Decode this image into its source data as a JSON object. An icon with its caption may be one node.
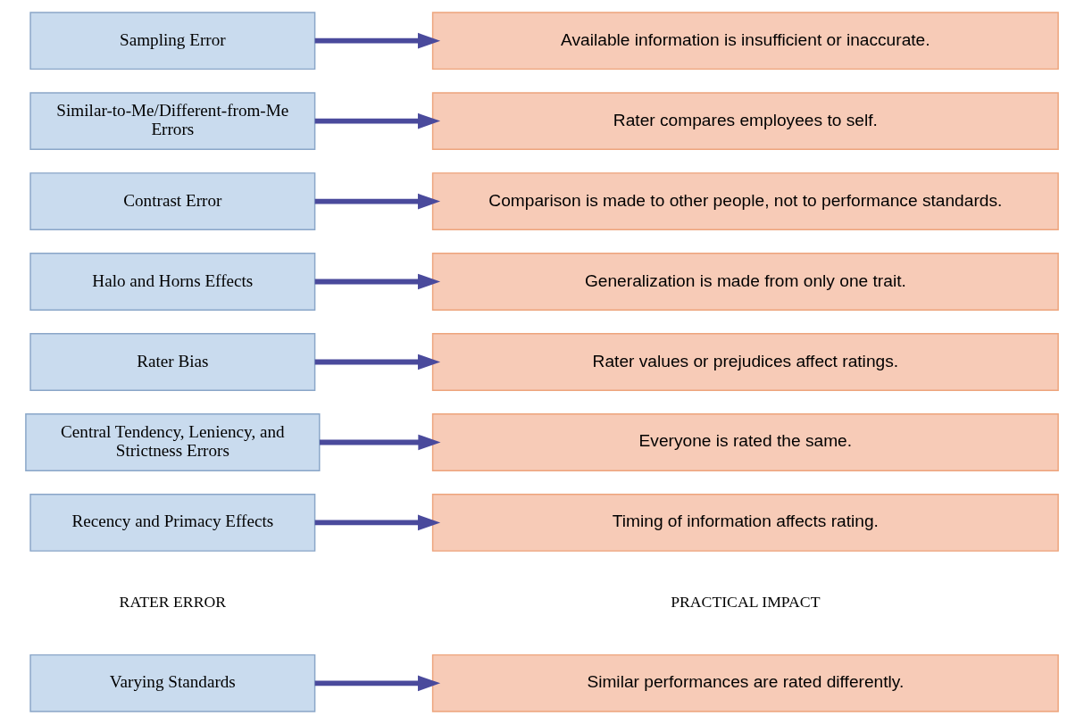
{
  "diagram": {
    "nodes": [
      {
        "text": [
          "Varying Standards"
        ]
      },
      {
        "text": [
          "Similar performances are rated differently."
        ]
      },
      {
        "text": [
          "Recency and Primacy Effects"
        ]
      },
      {
        "text": [
          "Timing of information affects rating."
        ]
      },
      {
        "text": [
          "Central Tendency, Leniency, and Strictness Errors"
        ]
      },
      {
        "text": [
          "Everyone is rated the same."
        ]
      },
      {
        "text": [
          "Rater Bias"
        ]
      },
      {
        "text": [
          "Rater values or prejudices affect ratings."
        ]
      },
      {
        "text": [
          "Halo and Horns Effects"
        ]
      },
      {
        "text": [
          "Generalization is made from only one trait."
        ]
      },
      {
        "text": [
          "Contrast Error"
        ]
      },
      {
        "text": [
          "Comparison is made to other people, not to performance standards."
        ]
      },
      {
        "text": [
          "Similar-to-Me/Different-from-Me Errors"
        ]
      },
      {
        "text": [
          "Rater compares employees to self."
        ]
      },
      {
        "text": [
          "Sampling Error"
        ]
      },
      {
        "text": [
          "Available information is insufficient or inaccurate."
        ]
      }
    ],
    "edges": [
      {
        "from": 0,
        "to": 1,
        "arrow": "to"
      },
      {
        "from": 2,
        "to": 3,
        "arrow": "to"
      },
      {
        "from": 4,
        "to": 5,
        "arrow": "to"
      },
      {
        "from": 6,
        "to": 7,
        "arrow": "to"
      },
      {
        "from": 8,
        "to": 9,
        "arrow": "to"
      },
      {
        "from": 10,
        "to": 11,
        "arrow": "to"
      },
      {
        "from": 12,
        "to": 13,
        "arrow": "to"
      },
      {
        "from": 14,
        "to": 15,
        "arrow": "to"
      }
    ],
    "labels": [
      "RATER ERROR",
      "PRACTICAL IMPACT"
    ]
  }
}
